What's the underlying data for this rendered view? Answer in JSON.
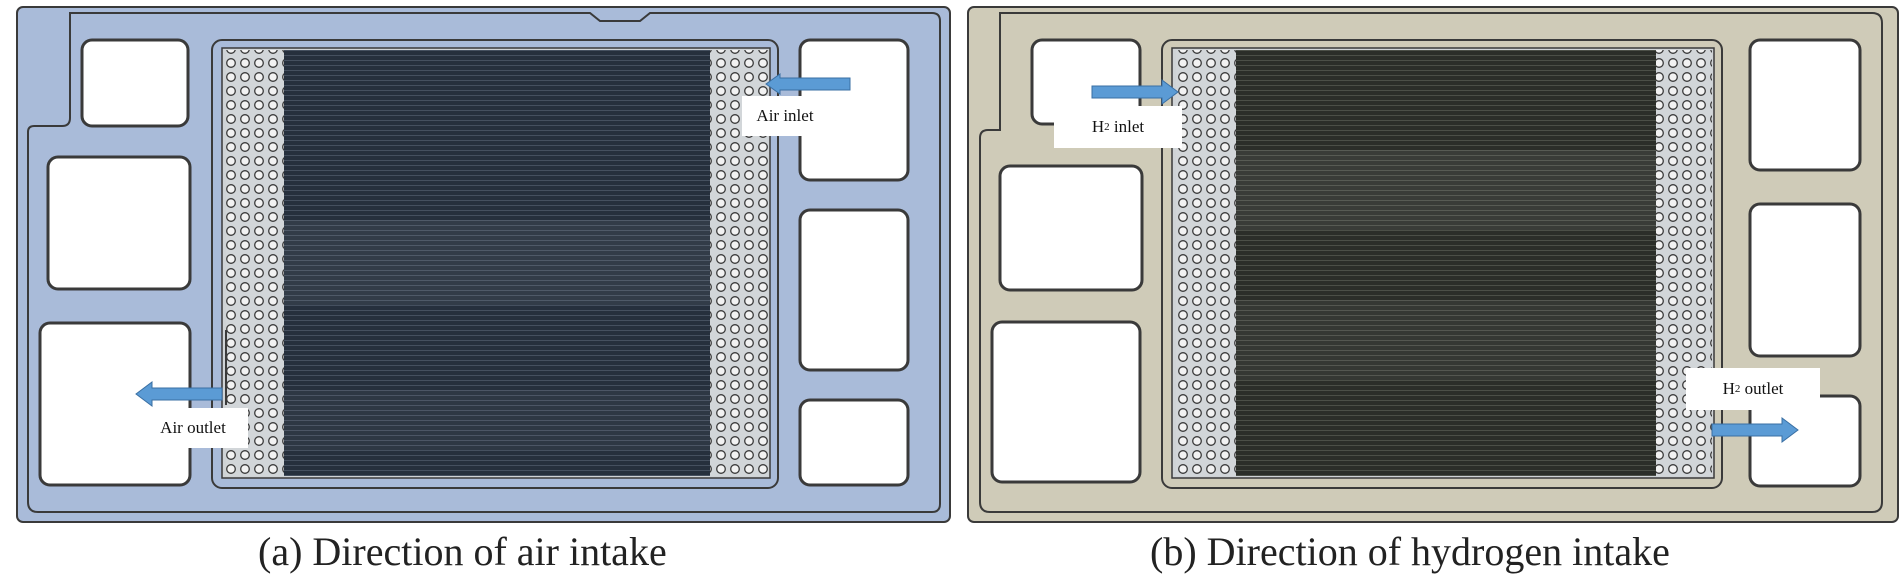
{
  "panels": [
    {
      "caption": "(a) Direction of air intake",
      "plate_color": "#a9bbd9",
      "flow_field_color": "#2a3442",
      "inlet_label": "Air inlet",
      "outlet_label": "Air outlet"
    },
    {
      "caption": "(b) Direction of hydrogen intake",
      "plate_color": "#cfcbb8",
      "flow_field_color": "#2e312c",
      "inlet_label": {
        "main": "H",
        "sub": "2",
        "rest": " inlet"
      },
      "outlet_label": {
        "main": "H",
        "sub": "2",
        "rest": " outlet"
      }
    }
  ],
  "colors": {
    "arrow": "#5b9bd5",
    "outline": "#3a3a3a",
    "port": "#ffffff",
    "manifold": "#cfd3d6"
  }
}
